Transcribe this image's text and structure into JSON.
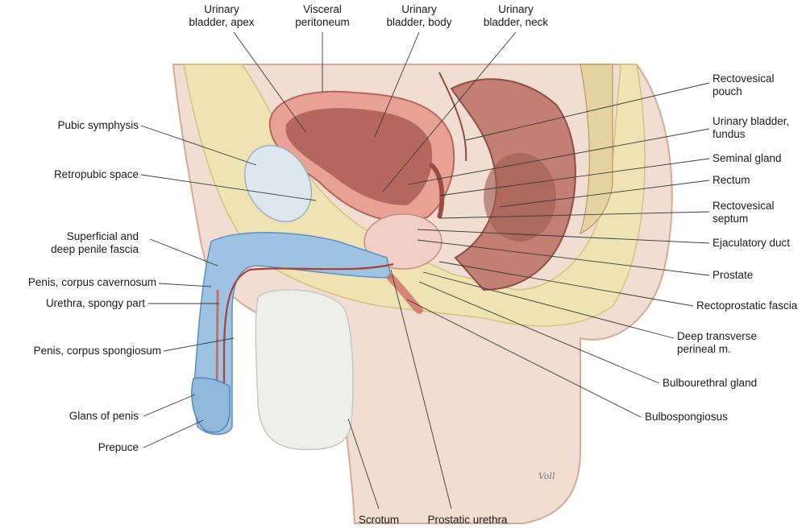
{
  "labels": {
    "top": [
      {
        "id": "urinary-bladder-apex",
        "text": "Urinary\nbladder, apex"
      },
      {
        "id": "visceral-peritoneum",
        "text": "Visceral\nperitoneum"
      },
      {
        "id": "urinary-bladder-body",
        "text": "Urinary\nbladder, body"
      },
      {
        "id": "urinary-bladder-neck",
        "text": "Urinary\nbladder, neck"
      }
    ],
    "left": [
      {
        "id": "pubic-symphysis",
        "text": "Pubic symphysis"
      },
      {
        "id": "retropubic-space",
        "text": "Retropubic space"
      },
      {
        "id": "penile-fascia",
        "text": "Superficial and\ndeep penile fascia"
      },
      {
        "id": "corpus-cavernosum",
        "text": "Penis, corpus cavernosum"
      },
      {
        "id": "urethra-spongy",
        "text": "Urethra, spongy part"
      },
      {
        "id": "corpus-spongiosum",
        "text": "Penis, corpus spongiosum"
      },
      {
        "id": "glans-penis",
        "text": "Glans of penis"
      },
      {
        "id": "prepuce",
        "text": "Prepuce"
      }
    ],
    "right": [
      {
        "id": "rectovesical-pouch",
        "text": "Rectovesical\npouch"
      },
      {
        "id": "bladder-fundus",
        "text": "Urinary bladder,\nfundus"
      },
      {
        "id": "seminal-gland",
        "text": "Seminal gland"
      },
      {
        "id": "rectum",
        "text": "Rectum"
      },
      {
        "id": "rectovesical-septum",
        "text": "Rectovesical\nseptum"
      },
      {
        "id": "ejaculatory-duct",
        "text": "Ejaculatory duct"
      },
      {
        "id": "prostate",
        "text": "Prostate"
      },
      {
        "id": "rectoprostatic-fascia",
        "text": "Rectoprostatic fascia"
      },
      {
        "id": "deep-transverse-perineal",
        "text": "Deep transverse\nperineal m."
      },
      {
        "id": "bulbourethral-gland",
        "text": "Bulbourethral gland"
      },
      {
        "id": "bulbospongiosus",
        "text": "Bulbospongiosus"
      }
    ],
    "bottom": [
      {
        "id": "scrotum",
        "text": "Scrotum"
      },
      {
        "id": "prostatic-urethra",
        "text": "Prostatic urethra"
      }
    ]
  },
  "signature": "Voll",
  "colors": {
    "skin": "#f1ddd1",
    "skin_edge": "#d9a995",
    "fat": "#efe3b4",
    "bladder_wall": "#e7a294",
    "bladder_lumen": "#b5675d",
    "prostate": "#f2cfc6",
    "rectum": "#c37f74",
    "spongy": "#9ec3e2",
    "spongy_dots": "#5f8fbf",
    "scrotum": "#eeeeea",
    "line": "#3a3a3a"
  }
}
